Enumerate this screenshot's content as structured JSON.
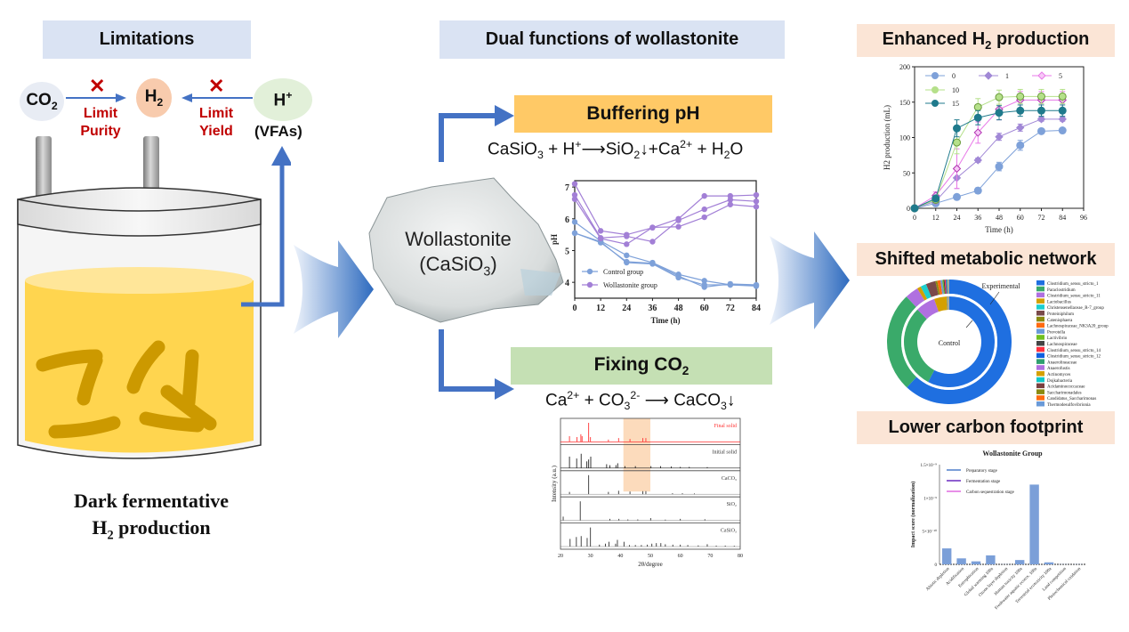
{
  "left_panel": {
    "header": "Limitations",
    "co2_label": "CO",
    "co2_sub": "2",
    "h2_label": "H",
    "h2_sub": "2",
    "hplus_label": "H",
    "hplus_sup": "+",
    "vfas_label": "(VFAs)",
    "cross_symbol": "✕",
    "limit_purity": [
      "Limit",
      "Purity"
    ],
    "limit_yield": [
      "Limit",
      "Yield"
    ],
    "caption_line1": "Dark fermentative",
    "caption_line2_pre": "H",
    "caption_line2_sub": "2",
    "caption_line2_post": " production",
    "colors": {
      "co2_bubble": "#e8ecf4",
      "h2_bubble": "#f8cbad",
      "hplus_bubble": "#e2f0d9",
      "liquid": "#ffd54f",
      "bacteria": "#cc9900",
      "arrow": "#4472c4",
      "cross": "#c00000"
    }
  },
  "middle_panel": {
    "header": "Dual functions of wollastonite",
    "mineral_line1": "Wollastonite",
    "mineral_line2_pre": "(CaSiO",
    "mineral_line2_sub": "3",
    "mineral_line2_post": ")",
    "buffering": {
      "title": "Buffering pH",
      "color": "#ffc966",
      "equation": {
        "a": "CaSiO",
        "a_sub": "3",
        "b": " + H",
        "b_sup": "+",
        "c": "SiO",
        "c_sub": "2",
        "d": "+Ca",
        "d_sup": "2+",
        "e": " + H",
        "e_sub": "2",
        "f": "O"
      }
    },
    "fixing": {
      "title_pre": "Fixing CO",
      "title_sub": "2",
      "color": "#c5e0b4",
      "equation": {
        "a": "Ca",
        "a_sup": "2+",
        "b": " + CO",
        "b_sub": "3",
        "b_sup": "2-",
        "c": "CaCO",
        "c_sub": "3"
      }
    }
  },
  "right_panel": {
    "enhanced_header_pre": "Enhanced H",
    "enhanced_header_sub": "2",
    "enhanced_header_post": " production",
    "metabolic_header": "Shifted metabolic network",
    "carbon_header": "Lower carbon footprint"
  },
  "chart_data": [
    {
      "id": "ph_chart",
      "type": "line",
      "title": "",
      "xlabel": "Time (h)",
      "ylabel": "pH",
      "x": [
        0,
        12,
        24,
        36,
        48,
        60,
        72,
        84
      ],
      "xlim": [
        0,
        84
      ],
      "ylim": [
        3.5,
        7.2
      ],
      "yticks": [
        4,
        5,
        6,
        7
      ],
      "legend_position": "bottom-left",
      "series": [
        {
          "name": "Control group",
          "color": "#7ea1d9",
          "values": [
            5.9,
            5.3,
            4.85,
            4.62,
            4.25,
            4.05,
            3.92,
            3.9
          ]
        },
        {
          "name": "",
          "color": "#7ea1d9",
          "values": [
            5.55,
            5.25,
            4.65,
            4.6,
            4.2,
            3.85,
            3.95,
            3.92
          ]
        },
        {
          "name": "",
          "color": "#7ea1d9",
          "values": [
            5.55,
            5.28,
            4.62,
            4.58,
            4.15,
            3.92,
            3.92,
            3.88
          ]
        },
        {
          "name": "Wollastonite group",
          "color": "#a27fd6",
          "values": [
            7.1,
            5.62,
            5.5,
            5.72,
            6.0,
            6.72,
            6.72,
            6.75
          ]
        },
        {
          "name": "",
          "color": "#a27fd6",
          "values": [
            6.75,
            5.4,
            5.45,
            5.28,
            5.95,
            6.3,
            6.6,
            6.55
          ]
        },
        {
          "name": "",
          "color": "#a27fd6",
          "values": [
            6.62,
            5.38,
            5.2,
            5.73,
            5.75,
            6.05,
            6.45,
            6.38
          ]
        }
      ]
    },
    {
      "id": "h2_chart",
      "type": "line",
      "title": "",
      "xlabel": "Time (h)",
      "ylabel": "H2 production (mL)",
      "x": [
        0,
        12,
        24,
        36,
        48,
        60,
        72,
        84
      ],
      "xlim": [
        0,
        96
      ],
      "xticks": [
        0,
        12,
        24,
        36,
        48,
        60,
        72,
        84,
        96
      ],
      "ylim": [
        0,
        200
      ],
      "yticks": [
        0,
        50,
        100,
        150,
        200
      ],
      "legend_position": "top-left",
      "series": [
        {
          "name": "0",
          "color": "#7ea1d9",
          "marker": "circle",
          "values": [
            0,
            7,
            16,
            25,
            59,
            89,
            109,
            110
          ],
          "errors": [
            0,
            2,
            2,
            4,
            6,
            7,
            2,
            2
          ]
        },
        {
          "name": "1",
          "color": "#a188d6",
          "marker": "diamond",
          "values": [
            0,
            10,
            43,
            68,
            101,
            114,
            126,
            126
          ],
          "errors": [
            0,
            3,
            15,
            3,
            5,
            5,
            3,
            3
          ]
        },
        {
          "name": "5",
          "color": "#e879e8",
          "marker": "diamond-open",
          "values": [
            0,
            18,
            56,
            107,
            140,
            153,
            153,
            153
          ],
          "errors": [
            0,
            5,
            28,
            15,
            15,
            12,
            12,
            12
          ]
        },
        {
          "name": "10",
          "color": "#b5e08a",
          "marker": "circle",
          "values": [
            0,
            12,
            93,
            143,
            157,
            158,
            158,
            158
          ],
          "errors": [
            0,
            4,
            16,
            12,
            10,
            10,
            10,
            10
          ]
        },
        {
          "name": "15",
          "color": "#1f7a8c",
          "marker": "circle",
          "values": [
            0,
            14,
            113,
            128,
            135,
            138,
            138,
            138
          ],
          "errors": [
            0,
            3,
            12,
            10,
            10,
            8,
            8,
            8
          ]
        }
      ]
    },
    {
      "id": "xrd_chart",
      "type": "line",
      "title": "",
      "xlabel": "2θ/degree",
      "ylabel": "Intensity (a.u.)",
      "xlim": [
        20,
        80
      ],
      "xticks": [
        20,
        30,
        40,
        50,
        60,
        70,
        80
      ],
      "highlight_range": [
        41,
        50
      ],
      "highlight_color": "#fbd5b0",
      "series": [
        {
          "name": "Final solid",
          "color": "#ff3333",
          "peaks": [
            [
              23,
              0.3
            ],
            [
              25.5,
              0.25
            ],
            [
              26.8,
              0.4
            ],
            [
              27.2,
              0.3
            ],
            [
              29.4,
              1.0
            ],
            [
              30,
              0.25
            ],
            [
              36,
              0.12
            ],
            [
              39.4,
              0.2
            ],
            [
              43.2,
              0.15
            ],
            [
              47.5,
              0.2
            ],
            [
              48.5,
              0.2
            ]
          ]
        },
        {
          "name": "Initial solid",
          "color": "#222222",
          "peaks": [
            [
              23,
              0.6
            ],
            [
              25.4,
              0.5
            ],
            [
              26.9,
              0.75
            ],
            [
              28.8,
              0.35
            ],
            [
              29.4,
              0.45
            ],
            [
              30.1,
              0.6
            ],
            [
              35.4,
              0.2
            ],
            [
              36.5,
              0.15
            ],
            [
              38.5,
              0.15
            ],
            [
              39.1,
              0.25
            ],
            [
              41.5,
              0.1
            ],
            [
              45,
              0.1
            ],
            [
              50.2,
              0.1
            ],
            [
              53.4,
              0.1
            ],
            [
              57,
              0.08
            ],
            [
              60,
              0.06
            ],
            [
              63,
              0.06
            ],
            [
              69,
              0.05
            ]
          ]
        },
        {
          "name": "CaCO3",
          "color": "#333333",
          "peaks": [
            [
              23,
              0.12
            ],
            [
              29.4,
              1.0
            ],
            [
              36,
              0.12
            ],
            [
              39.4,
              0.18
            ],
            [
              43.2,
              0.14
            ],
            [
              47.5,
              0.16
            ],
            [
              48.5,
              0.16
            ],
            [
              57.4,
              0.05
            ],
            [
              60.7,
              0.05
            ],
            [
              64.7,
              0.04
            ]
          ]
        },
        {
          "name": "SiO2",
          "color": "#333333",
          "peaks": [
            [
              20.9,
              0.2
            ],
            [
              26.6,
              1.0
            ],
            [
              36.5,
              0.08
            ],
            [
              39.5,
              0.08
            ],
            [
              42.5,
              0.05
            ],
            [
              45.8,
              0.05
            ],
            [
              50.1,
              0.12
            ],
            [
              55,
              0.04
            ],
            [
              60,
              0.08
            ],
            [
              68.2,
              0.06
            ]
          ]
        },
        {
          "name": "CaSiO3",
          "color": "#333333",
          "peaks": [
            [
              23.2,
              0.4
            ],
            [
              25.3,
              0.5
            ],
            [
              26.9,
              0.55
            ],
            [
              28.9,
              0.45
            ],
            [
              30,
              1.0
            ],
            [
              33,
              0.1
            ],
            [
              35,
              0.15
            ],
            [
              36.2,
              0.25
            ],
            [
              38.4,
              0.15
            ],
            [
              39,
              0.35
            ],
            [
              41.2,
              0.25
            ],
            [
              43,
              0.08
            ],
            [
              45,
              0.08
            ],
            [
              47,
              0.08
            ],
            [
              49,
              0.1
            ],
            [
              50.5,
              0.15
            ],
            [
              52,
              0.18
            ],
            [
              53.5,
              0.18
            ],
            [
              55,
              0.12
            ],
            [
              57.5,
              0.1
            ],
            [
              60,
              0.1
            ],
            [
              62.5,
              0.08
            ],
            [
              66,
              0.06
            ],
            [
              69,
              0.12
            ],
            [
              72,
              0.05
            ],
            [
              75,
              0.05
            ],
            [
              78,
              0.04
            ]
          ]
        }
      ]
    },
    {
      "id": "community_chart",
      "type": "pie",
      "subtype": "double-donut",
      "inner_label": "Control",
      "outer_label": "Experimental",
      "legend_position": "right",
      "categories": [
        "Clostridium_sensu_stricto_1",
        "Paraclostridium",
        "Clostridium_sensu_stricto_11",
        "Lactobacillus",
        "Christensenellaceae_R-7_group",
        "Proteiniphilum",
        "Catenisphaera",
        "Lachnospiraceae_NK3A20_group",
        "Prevotella",
        "Lactivibrio",
        "Lachnospiraceae",
        "Clostridium_sensu_stricto_14",
        "Clostridium_sensu_stricto_12",
        "Anaerolineaceae",
        "Anaerofustis",
        "Actinomyces",
        "Dojkabacteria",
        "Acidaminococcaceae",
        "Saccharimonadales",
        "Candidatus_Saccharimonas",
        "Thermodesulfovibrionia"
      ],
      "colors": [
        "#1f6fe0",
        "#3aaa6a",
        "#b070e0",
        "#d4a000",
        "#1ccfcf",
        "#7a4a4a",
        "#8a8a10",
        "#ff6a10",
        "#6a9ad8",
        "#70c020",
        "#444444",
        "#ff3040",
        "#1060e0",
        "#30a070",
        "#b070e0",
        "#d4a000",
        "#10c8c8",
        "#7a4040",
        "#8a8a10",
        "#ff6a10",
        "#6a9ad8"
      ],
      "series": [
        {
          "name": "Control",
          "values": [
            58,
            30,
            7,
            4.5,
            0.1,
            0.1,
            0.05,
            0.05,
            0.05,
            0.05,
            0.05,
            0.05,
            0.05,
            0.05,
            0.05,
            0.05,
            0.05,
            0.05,
            0.05,
            0.05,
            0.05
          ]
        },
        {
          "name": "Experimental",
          "values": [
            62,
            26,
            3.5,
            1,
            1.5,
            2.5,
            0.5,
            0.8,
            0.5,
            0.3,
            0.3,
            0.3,
            0.2,
            0.2,
            0.1,
            0.1,
            0.1,
            0.05,
            0.05,
            0.05,
            0.05
          ]
        }
      ]
    },
    {
      "id": "lca_chart",
      "type": "bar",
      "title": "Wollastonite Group",
      "xlabel": "",
      "ylabel": "Impact score (normalization)",
      "ylim": [
        0,
        1.5e-09
      ],
      "yticks": [
        "0",
        "5×10⁻¹⁰",
        "1×10⁻⁹",
        "1.5×10⁻⁹"
      ],
      "legend_position": "top-left",
      "categories": [
        "Abiotic depletion",
        "Acidification",
        "Eutrophication",
        "Global warming 100a",
        "Ozone layer depletion",
        "Human toxicity 100a",
        "Freshwater aquatic ecotox. 100a",
        "Terrestrial ecotoxicity 100a",
        "Land competition",
        "Photochemical oxidation"
      ],
      "series": [
        {
          "name": "Preparatory stage",
          "color": "#7b9fd8",
          "values": [
            2.4e-10,
            9e-11,
            4.5e-11,
            1.35e-10,
            2e-12,
            6.5e-11,
            1.2e-09,
            3e-11,
            2e-12,
            2e-12
          ]
        },
        {
          "name": "Fermentation stage",
          "color": "#8f5fd0",
          "values": [
            0,
            0,
            0,
            0,
            0,
            0,
            0,
            0,
            0,
            0
          ]
        },
        {
          "name": "Carbon sequestration stage",
          "color": "#e890e8",
          "values": [
            0,
            0,
            0,
            0,
            0,
            0,
            0,
            0,
            0,
            0
          ]
        }
      ]
    }
  ]
}
